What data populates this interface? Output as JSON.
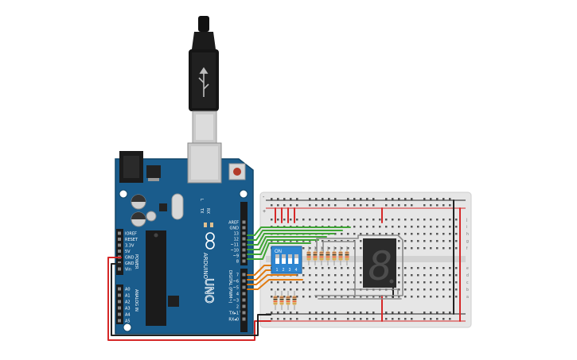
{
  "arduino": {
    "brand": "ARDUINO",
    "model": "UNO",
    "reset_label": "RESET",
    "tx_label": "TX",
    "rx_label": "RX",
    "l_label": "L",
    "power_header": [
      "IOREF",
      "RESET",
      "3.3V",
      "5V",
      "GND",
      "GND",
      "Vin"
    ],
    "power_title": "POWER",
    "analog_header": [
      "A0",
      "A1",
      "A2",
      "A3",
      "A4",
      "A5"
    ],
    "analog_title": "ANALOG IN",
    "digital_top": [
      "AREF",
      "GND",
      "13",
      "12",
      "~11",
      "~10",
      "~9",
      "8"
    ],
    "digital_bottom": [
      "7",
      "~6",
      "~5",
      "4",
      "~3",
      "2",
      "TX▸1",
      "RX◂0"
    ],
    "digital_title": "DIGITAL (PWM~)"
  },
  "dip_switch": {
    "on_label": "ON",
    "numbers": [
      "1",
      "2",
      "3",
      "4"
    ]
  },
  "seven_segment": {
    "digit": "8",
    "segment_color": "#4d4d4d",
    "body_color": "#2b2b2b"
  },
  "breadboard": {
    "rail_minus": "-",
    "rail_plus": "+",
    "row_letters_bottom": [
      "a",
      "b",
      "c",
      "d",
      "e"
    ],
    "row_letters_top": [
      "f",
      "g",
      "h",
      "i",
      "j"
    ]
  },
  "colors": {
    "board": "#1a5c8c",
    "wire_green": "#3fa535",
    "wire_orange": "#e07b12",
    "wire_red": "#d62828",
    "wire_black": "#222222",
    "breadboard": "#e6e6e6"
  }
}
